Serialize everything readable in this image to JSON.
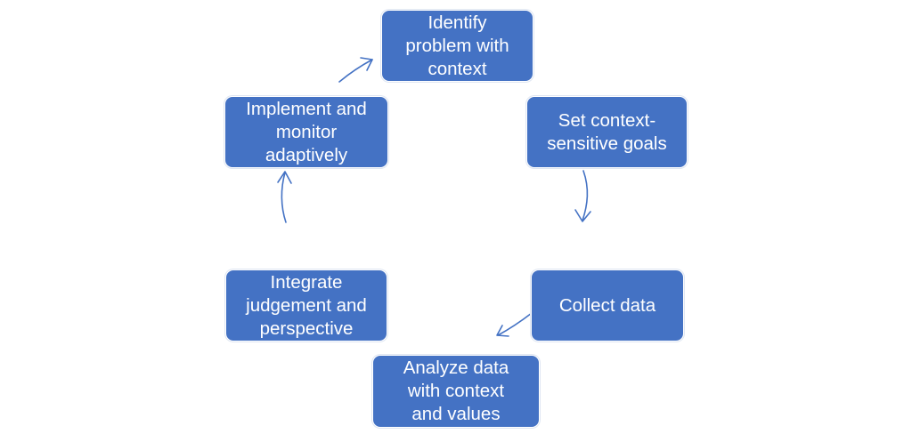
{
  "diagram": {
    "steps": [
      "Identify\nproblem with\ncontext",
      "Set context-\nsensitive goals",
      "Collect data",
      "Analyze data\nwith context\nand values",
      "Integrate\njudgement and\nperspective",
      "Implement and\nmonitor\nadaptively"
    ],
    "colors": {
      "box_fill": "#4472c4",
      "box_text": "#ffffff",
      "arrow": "#4472c4"
    }
  }
}
